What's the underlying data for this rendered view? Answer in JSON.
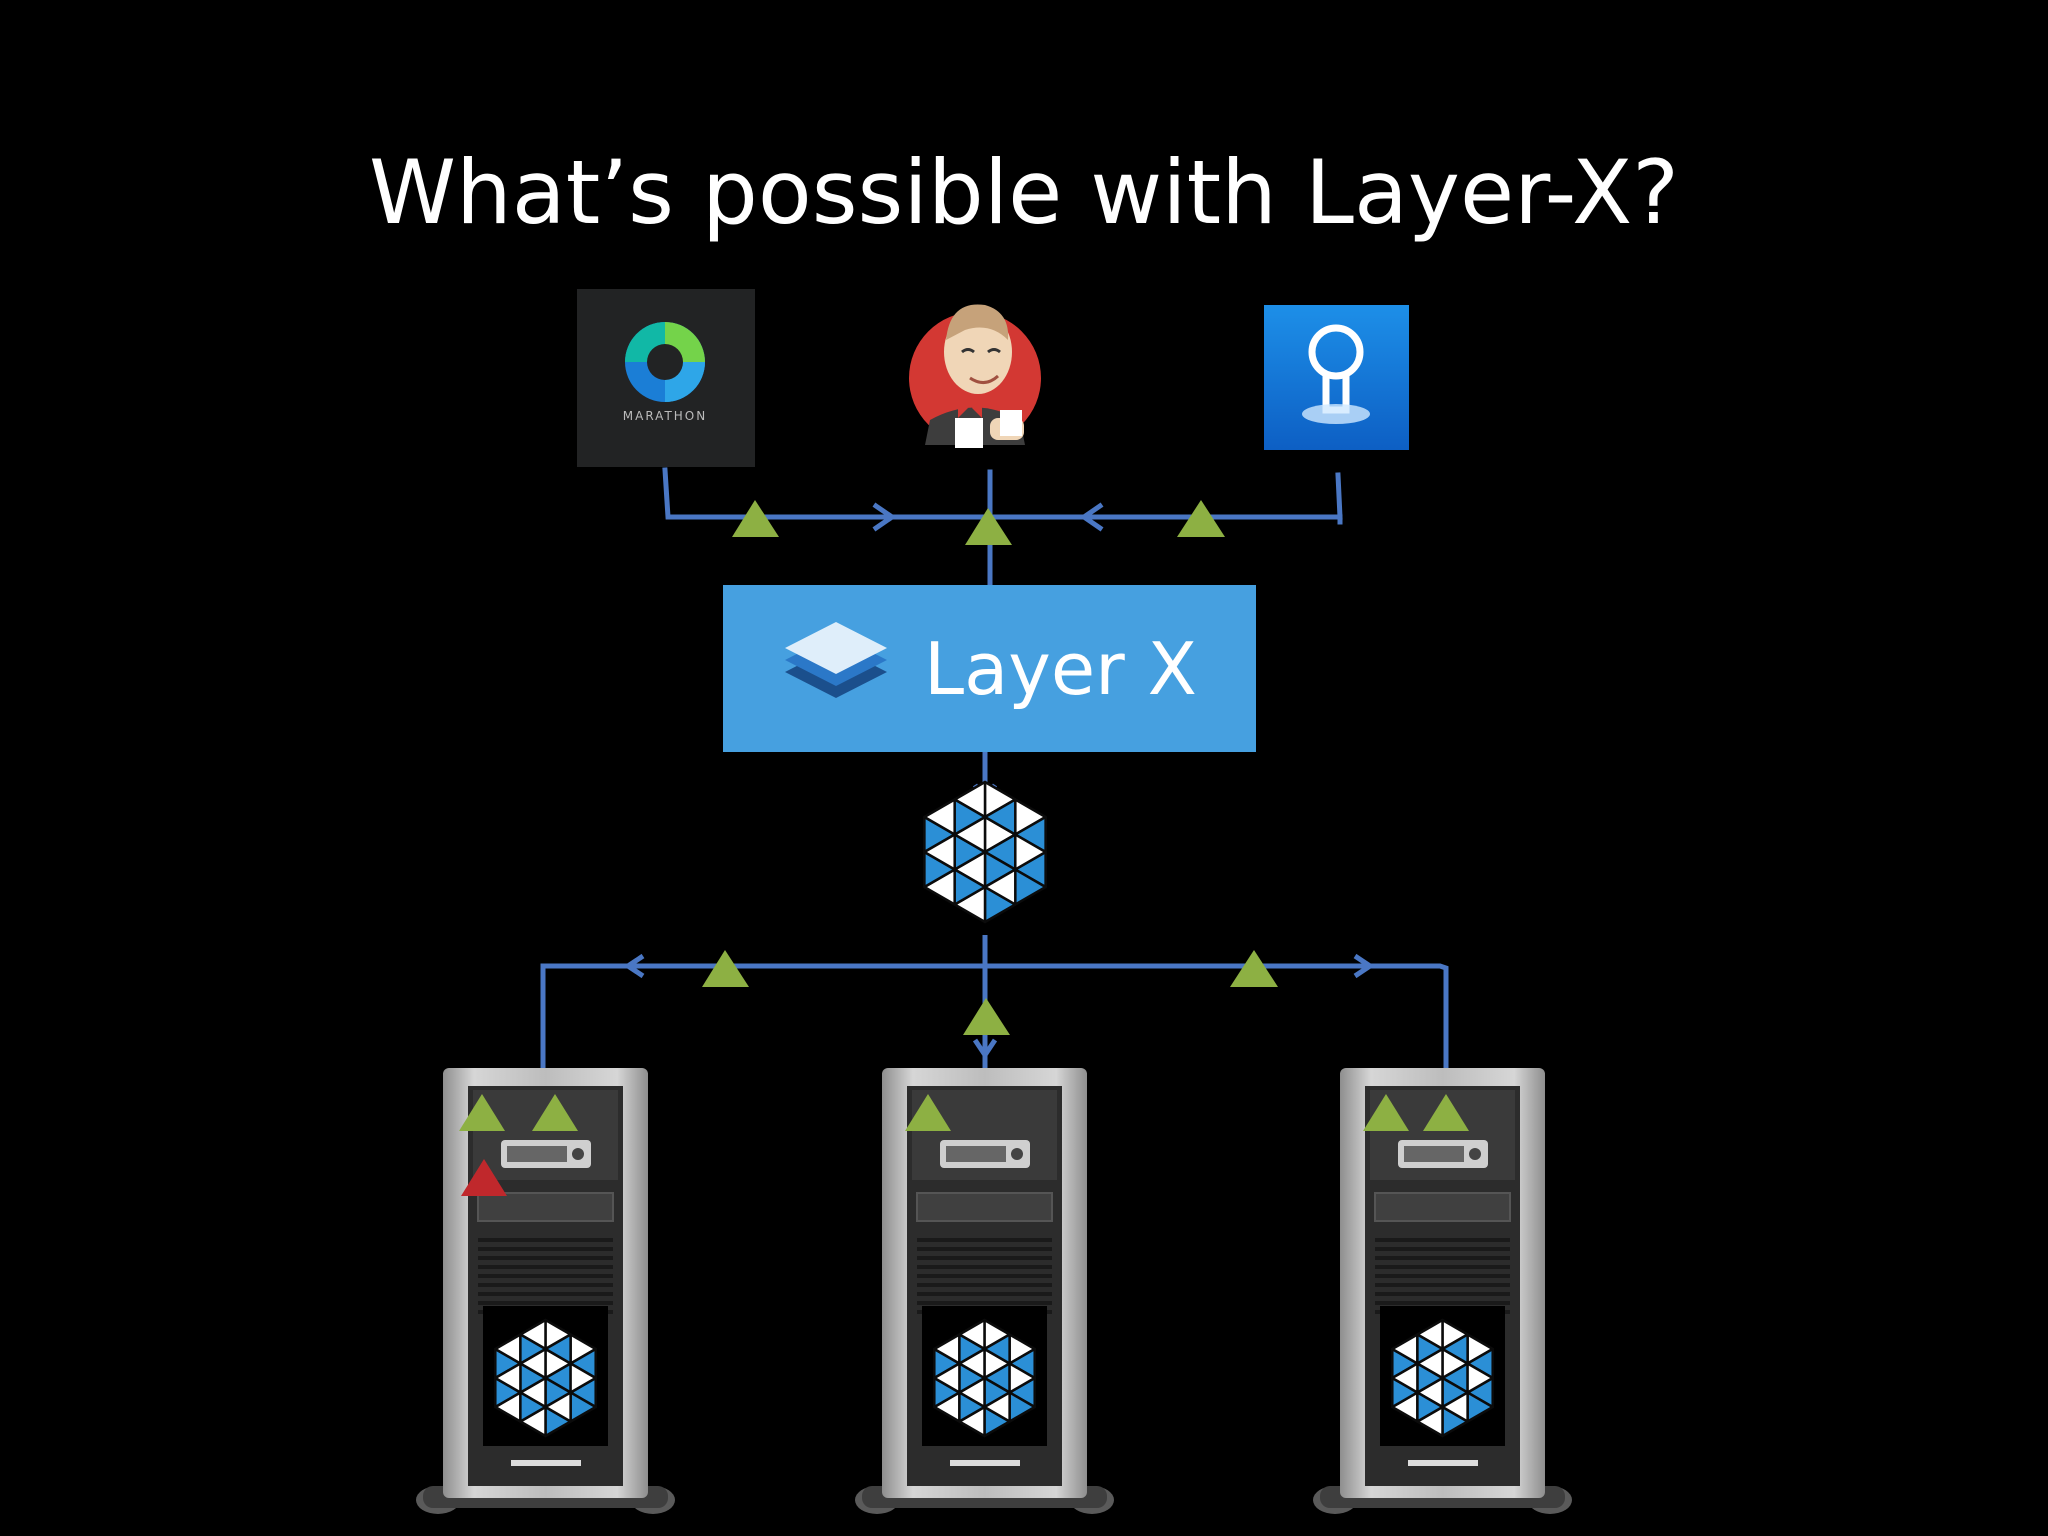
{
  "slide": {
    "title": "What’s possible with Layer-X?"
  },
  "frameworks": {
    "marathon": {
      "label": "MARATHON",
      "icon": "marathon-logo"
    },
    "jenkins": {
      "icon": "jenkins-butler-logo"
    },
    "third": {
      "icon": "lightbulb-gear-app-icon"
    }
  },
  "layerx": {
    "label": "Layer X",
    "icon": "stacked-layers-icon"
  },
  "master": {
    "icon": "mesos-hexagon-logo"
  },
  "agents": [
    {
      "icon": "server-tower",
      "logo": "mesos-hexagon-logo",
      "task_marks": [
        "green",
        "green",
        "red"
      ]
    },
    {
      "icon": "server-tower",
      "logo": "mesos-hexagon-logo",
      "task_marks": [
        "green"
      ]
    },
    {
      "icon": "server-tower",
      "logo": "mesos-hexagon-logo",
      "task_marks": [
        "green",
        "green"
      ]
    }
  ],
  "colors": {
    "background": "#000000",
    "title": "#ffffff",
    "connector": "#4a77c4",
    "layerx_box": "#46a0e0",
    "task_green": "#8db043",
    "task_red": "#c0282c",
    "mesos_blue": "#2b8fd6"
  }
}
